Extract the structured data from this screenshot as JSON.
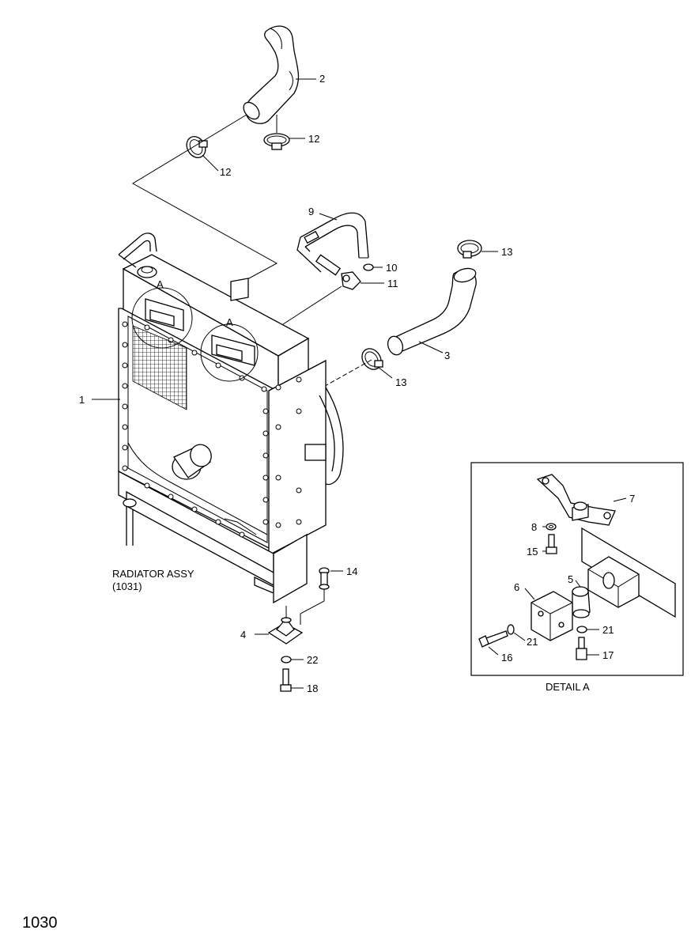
{
  "callouts": [
    {
      "id": "c1",
      "text": "1"
    },
    {
      "id": "c2",
      "text": "2"
    },
    {
      "id": "c3",
      "text": "3"
    },
    {
      "id": "c4",
      "text": "4"
    },
    {
      "id": "c5",
      "text": "5"
    },
    {
      "id": "c6",
      "text": "6"
    },
    {
      "id": "c7",
      "text": "7"
    },
    {
      "id": "c8",
      "text": "8"
    },
    {
      "id": "c9",
      "text": "9"
    },
    {
      "id": "c10",
      "text": "10"
    },
    {
      "id": "c11",
      "text": "11"
    },
    {
      "id": "c12a",
      "text": "12"
    },
    {
      "id": "c12b",
      "text": "12"
    },
    {
      "id": "c13a",
      "text": "13"
    },
    {
      "id": "c13b",
      "text": "13"
    },
    {
      "id": "c14",
      "text": "14"
    },
    {
      "id": "c15",
      "text": "15"
    },
    {
      "id": "c16",
      "text": "16"
    },
    {
      "id": "c17",
      "text": "17"
    },
    {
      "id": "c18",
      "text": "18"
    },
    {
      "id": "c21a",
      "text": "21"
    },
    {
      "id": "c21b",
      "text": "21"
    },
    {
      "id": "c22",
      "text": "22"
    }
  ],
  "detail_markers": [
    "A",
    "A"
  ],
  "assembly_label": {
    "line1": "RADIATOR ASSY",
    "line2": "(1031)"
  },
  "detail_caption": "DETAIL A",
  "page_number": "1030"
}
